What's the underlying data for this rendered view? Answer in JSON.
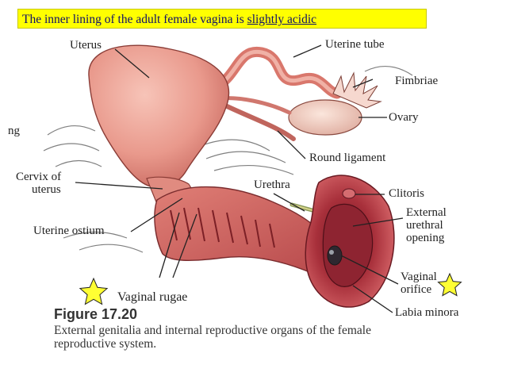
{
  "banner": {
    "text_prefix": "The inner lining of the adult female vagina is ",
    "text_emphasis": "slightly acidic"
  },
  "labels": {
    "uterus": "Uterus",
    "uterine_tube": "Uterine tube",
    "fimbriae": "Fimbriae",
    "ovary": "Ovary",
    "round_ligament": "Round ligament",
    "cervix_line1": "Cervix of",
    "cervix_line2": "uterus",
    "urethra": "Urethra",
    "clitoris": "Clitoris",
    "ext_urethral_line1": "External",
    "ext_urethral_line2": "urethral",
    "ext_urethral_line3": "opening",
    "uterine_ostium": "Uterine ostium",
    "vaginal_orifice_line1": "Vaginal",
    "vaginal_orifice_line2": "orifice",
    "labia_minora": "Labia minora",
    "vaginal_rugae": "Vaginal rugae",
    "left_edge_fragment": "ng"
  },
  "figure": {
    "title": "Figure 17.20",
    "caption": "External genitalia and internal reproductive organs of the female reproductive system."
  },
  "colors": {
    "banner_bg": "#ffff00",
    "banner_text": "#10106a",
    "star_fill": "#ffff33",
    "tissue_light": "#f0a89c",
    "tissue_mid": "#d9776c",
    "tissue_dark": "#9c2e33"
  }
}
